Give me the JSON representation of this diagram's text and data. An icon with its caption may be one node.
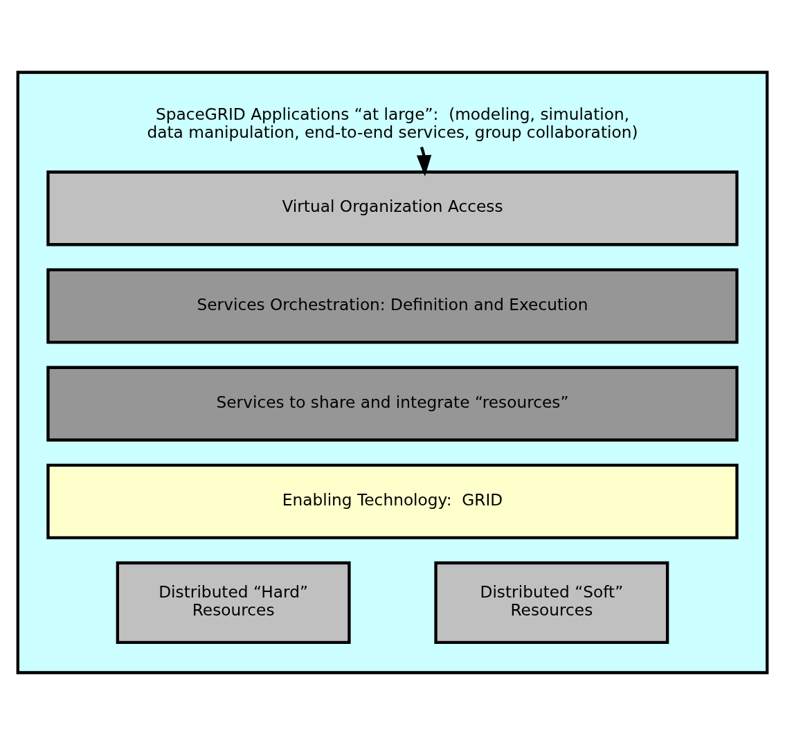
{
  "diagram": {
    "nodes": [
      {
        "text": [],
        "shape": "box"
      },
      {
        "text": [
          "SpaceGRID Applications “at large”:  (modeling, simulation, data manipulation, end-to-end services, group collaboration)"
        ],
        "in": 0
      },
      {
        "text": [
          "Virtual Organization Access"
        ],
        "in": 0
      },
      {
        "text": [
          "Services Orchestration: Definition and Execution"
        ],
        "in": 0
      },
      {
        "text": [
          "Services to share and integrate “resources”"
        ],
        "in": 0
      },
      {
        "text": [
          "Enabling Technology:  GRID"
        ],
        "in": 0
      },
      {
        "text": [
          "Distributed “Hard” Resources"
        ],
        "in": 0
      },
      {
        "text": [
          "Distributed “Soft” Resources"
        ],
        "in": 0
      }
    ],
    "edges": [
      {
        "from": 1,
        "to": 2,
        "arrow": "to"
      }
    ]
  }
}
